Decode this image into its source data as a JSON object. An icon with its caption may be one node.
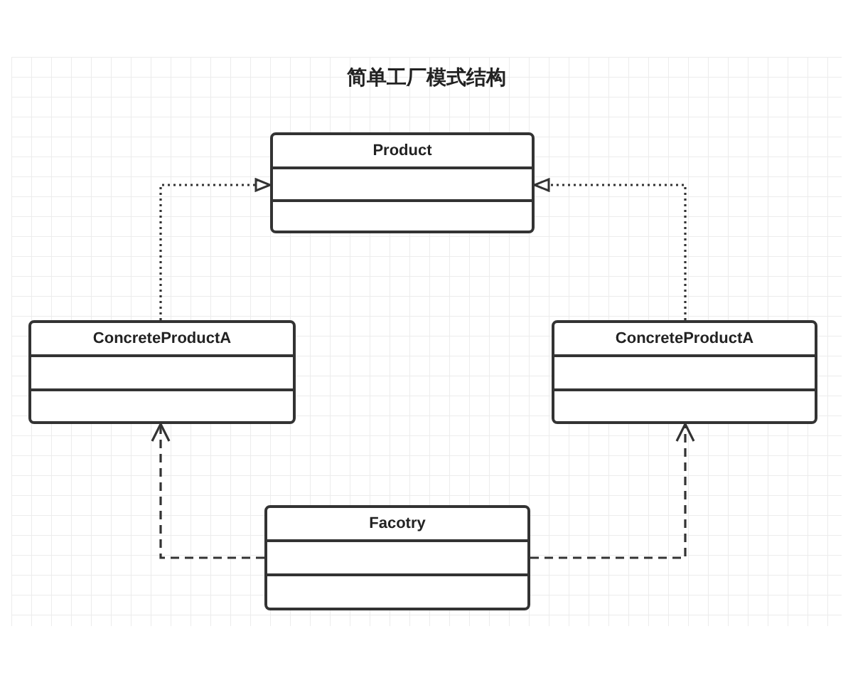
{
  "diagram": {
    "title": "简单工厂模式结构",
    "nodes": [
      {
        "text": [
          "Product"
        ]
      },
      {
        "text": [
          "ConcreteProductA"
        ]
      },
      {
        "text": [
          "ConcreteProductA"
        ]
      },
      {
        "text": [
          "Facotry"
        ]
      }
    ],
    "edges": [
      {
        "from": 1,
        "to": 0,
        "arrow": "to"
      },
      {
        "from": 2,
        "to": 0,
        "arrow": "to"
      },
      {
        "from": 3,
        "to": 1,
        "arrow": "to",
        "style": "dashed"
      },
      {
        "from": 3,
        "to": 2,
        "arrow": "to",
        "style": "dashed"
      }
    ]
  }
}
